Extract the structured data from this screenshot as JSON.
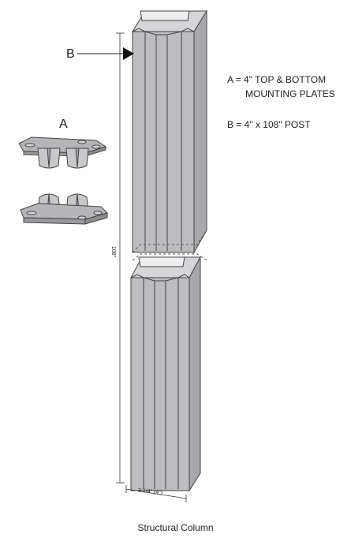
{
  "labels": {
    "part_a": "A",
    "part_b": "B"
  },
  "legend": {
    "a_line1": "A = 4\" TOP & BOTTOM",
    "a_line2": "MOUNTING PLATES",
    "b_line": "B = 4\" x 108\" POST"
  },
  "dimensions": {
    "length": "108\"",
    "width": "3 1/4\" (4\")"
  },
  "caption": "Structural Column",
  "colors": {
    "post_fill": "#bdbdbf",
    "post_dark": "#a8a8aa",
    "plate_fill": "#b5b5b7",
    "line": "#333333"
  }
}
